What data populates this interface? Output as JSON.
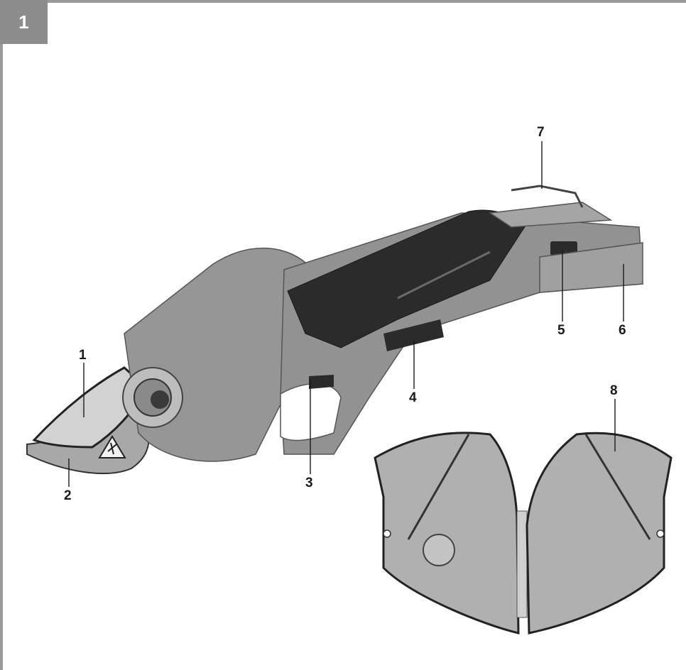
{
  "figure": {
    "number": "1"
  },
  "callouts": [
    {
      "id": "1",
      "label": "1"
    },
    {
      "id": "2",
      "label": "2"
    },
    {
      "id": "3",
      "label": "3"
    },
    {
      "id": "4",
      "label": "4"
    },
    {
      "id": "5",
      "label": "5"
    },
    {
      "id": "6",
      "label": "6"
    },
    {
      "id": "7",
      "label": "7"
    },
    {
      "id": "8",
      "label": "8"
    }
  ],
  "colors": {
    "frame": "#9a9a9a",
    "badge": "#8d8d8d",
    "body_gray": "#8f8f8f",
    "grip_dark": "#2b2b2b",
    "blade_light": "#c9c9c9",
    "label_text": "#1a1a1a"
  },
  "illustrations": [
    {
      "name": "cordless-pruning-shears",
      "icon": "pruner-illustration"
    },
    {
      "name": "blade-protection-cover",
      "icon": "cover-illustration"
    }
  ]
}
